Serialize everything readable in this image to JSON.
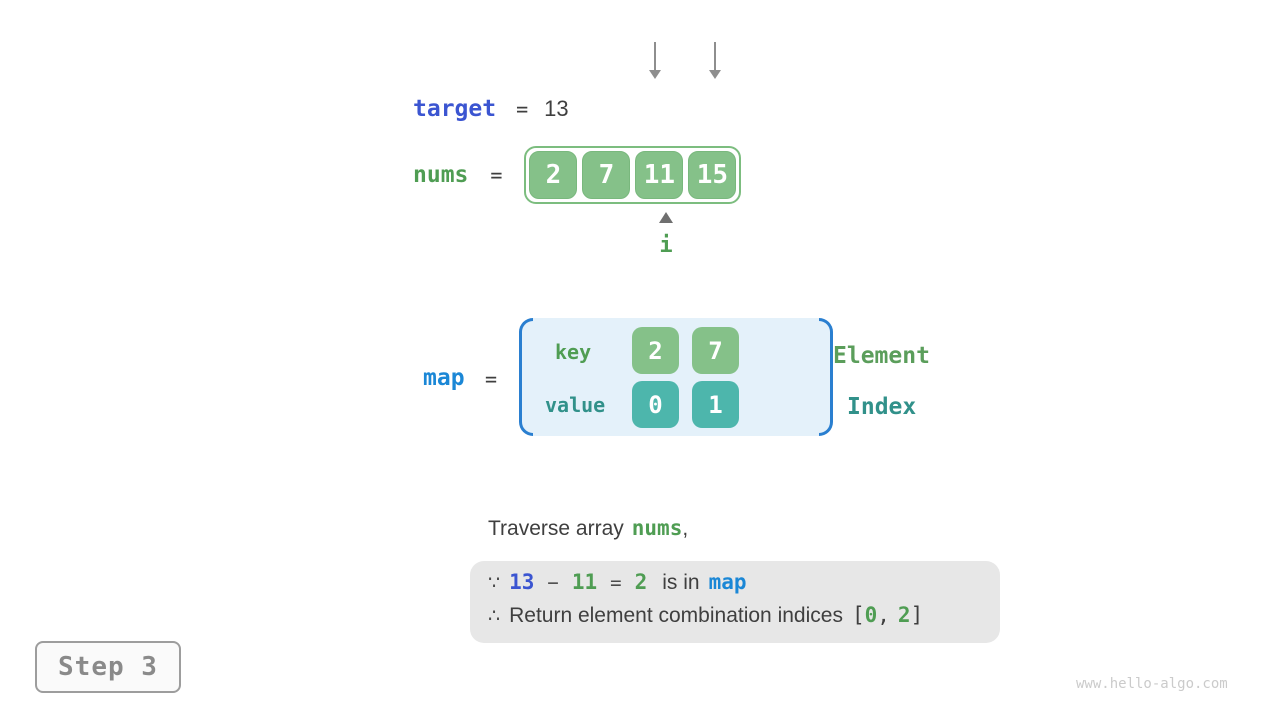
{
  "colors": {
    "indigo_blue": "#3b55d1",
    "azure_blue": "#1b87d6",
    "green_text": "#4f9d53",
    "teal_text": "#31918a",
    "green_box_fill": "#85c189",
    "green_box_border": "#7cbd7f",
    "teal_box_fill": "#4db6ac",
    "map_fill": "#e4f1fa",
    "map_bracket_blue": "#2a7fd0",
    "arrow_gray": "#8e8e8e",
    "dark_text": "#3f3f3f",
    "note_box_bg": "#e7e7e7",
    "step_gray": "#8a8a8a",
    "watermark_gray": "#cbcbcb"
  },
  "target_row": {
    "label": "target",
    "equals": "=",
    "value": "13"
  },
  "nums_row": {
    "label": "nums",
    "equals": "=",
    "cells": [
      "2",
      "7",
      "11",
      "15"
    ],
    "pointer_label": "i"
  },
  "map_row": {
    "label": "map",
    "equals": "=",
    "key_label": "key",
    "value_label": "value",
    "entries": [
      {
        "key": "2",
        "value": "0"
      },
      {
        "key": "7",
        "value": "1"
      }
    ],
    "right_labels": {
      "element": "Element",
      "index": "Index"
    }
  },
  "caption": {
    "prefix": "Traverse array",
    "nums": "nums",
    "suffix": ","
  },
  "conclusion": {
    "because_symbol": "∵",
    "minuend": "13",
    "minus": "−",
    "subtrahend": "11",
    "equals": "=",
    "difference": "2",
    "is_in": "is in",
    "map": "map",
    "therefore_symbol": "∴",
    "text": "Return element combination indices",
    "open_bracket": "[",
    "index_a": "0",
    "comma": ",",
    "index_b": "2",
    "close_bracket": "]"
  },
  "step_badge": {
    "label": "Step 3"
  },
  "watermark": "www.hello-algo.com"
}
